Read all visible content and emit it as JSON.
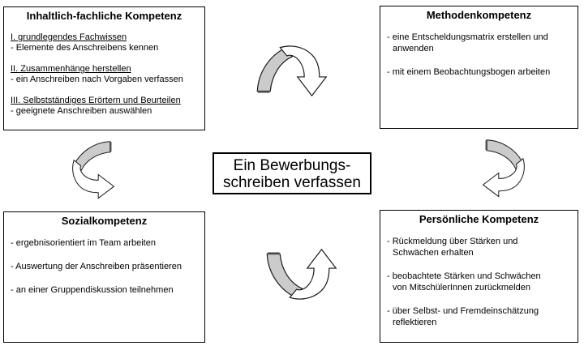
{
  "colors": {
    "background": "#ffffff",
    "text": "#000000",
    "box-border": "#000000",
    "arrow-tail": "#cbcbcb",
    "arrow-head": "#ffffff",
    "arrow-outline": "#1c1c1c",
    "arrow-tail-end": "#4a4a4a"
  },
  "center": {
    "title": "Ein Bewerbungs-\nschreiben verfassen"
  },
  "boxes": {
    "inhaltlich": {
      "title": "Inhaltlich-fachliche Kompetenz",
      "groups": [
        {
          "heading": "I. grundlegendes Fachwissen",
          "item": "- Elemente des Anschreibens kennen"
        },
        {
          "heading": "II. Zusammenhänge herstellen",
          "item": "- ein Anschreiben nach Vorgaben verfassen"
        },
        {
          "heading": "III. Selbstständiges Erörtern und Beurteilen",
          "item": "- geeignete Anschreiben auswählen"
        }
      ]
    },
    "methoden": {
      "title": "Methodenkompetenz",
      "items": [
        "- eine Entscheldungsmatrix erstellen und\nanwenden",
        "- mit einem Beobachtungsbogen arbeiten"
      ]
    },
    "sozial": {
      "title": "Sozialkompetenz",
      "items": [
        "- ergebnisorientiert im Team arbeiten",
        "- Auswertung der Anschreiben präsentieren",
        "- an einer Gruppendiskussion teilnehmen"
      ]
    },
    "persoenlich": {
      "title": "Persönliche Kompetenz",
      "items": [
        "- Rückmeldung über Stärken und\nSchwächen erhalten",
        "- beobachtete Stärken und Schwächen\nvon MitschülerInnen zurückmelden",
        "- über Selbst- und Fremdeinschätzung\nreflektieren"
      ]
    }
  }
}
